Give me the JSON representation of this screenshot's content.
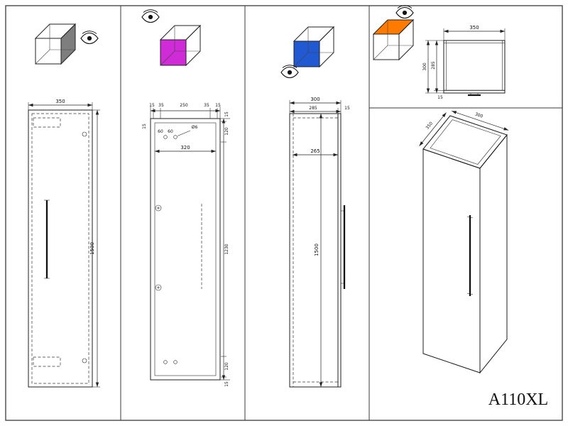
{
  "title": "A110XL",
  "colors": {
    "face_gray": "#7e7e7e",
    "face_magenta": "#cf2bd6",
    "face_blue": "#2059d2",
    "face_orange": "#ff7b00"
  },
  "front_view": {
    "width": "350",
    "height": "1500"
  },
  "back_view": {
    "chain": [
      "15",
      "35",
      "250",
      "35",
      "15"
    ],
    "left_top": "15",
    "hole_dia": "Ø6",
    "hole_offsets": [
      "60",
      "60"
    ],
    "inner_width": "320",
    "right": [
      "15",
      "120",
      "1230",
      "120",
      "15"
    ]
  },
  "side_view": {
    "depth": "300",
    "body": "285",
    "door": "15",
    "inner": "265",
    "height": "1500"
  },
  "top_view": {
    "width": "350",
    "depth": "300",
    "body": "285",
    "door": "15"
  },
  "iso_view": {
    "width": "350",
    "depth": "300"
  }
}
